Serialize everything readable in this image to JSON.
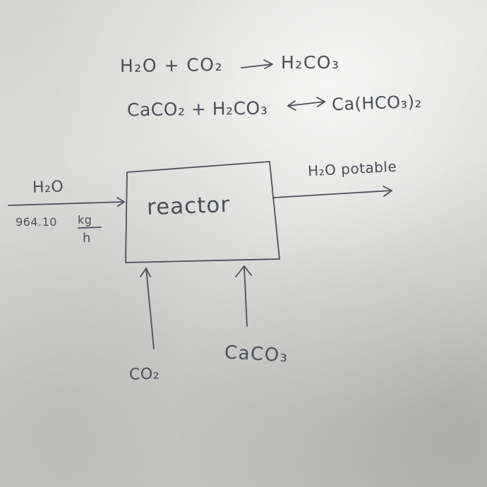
{
  "equations": {
    "eq1_lhs": "H₂O + CO₂",
    "eq1_rhs": "H₂CO₃",
    "eq2_lhs": "CaCO₂ + H₂CO₃",
    "eq2_rhs": "Ca(HCO₃)₂"
  },
  "diagram": {
    "inlet_label": "H₂O",
    "inlet_flow_value": "964.10",
    "inlet_flow_unit_numerator": "kg",
    "inlet_flow_unit_denominator": "h",
    "reactor_label": "reactor",
    "outlet_label": "H₂O potable",
    "feed_1_label": "CO₂",
    "feed_2_label": "CaCO₃"
  },
  "colors": {
    "ink": "#4b4f57",
    "paper": "#dadad7"
  },
  "icons": {
    "forward_arrow": "right-arrow-icon",
    "equilibrium_arrow": "double-arrow-icon",
    "feed_arrow": "up-arrow-icon"
  }
}
